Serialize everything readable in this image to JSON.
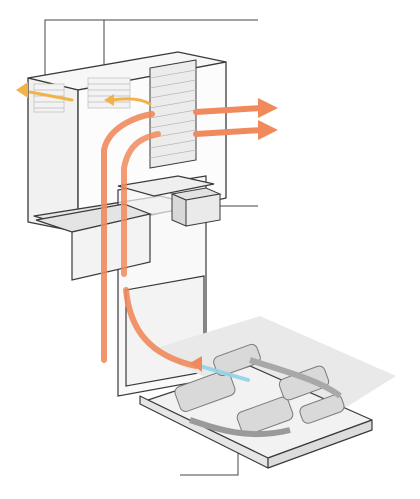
{
  "colors": {
    "background": "#ffffff",
    "structure_stroke": "#3a3a3a",
    "structure_fill": "#f4f4f4",
    "panel_fill": "#e8e8e8",
    "hot_air": "#f08a5d",
    "warm_air": "#f2b24a",
    "cool_air": "#8fd3e6",
    "leader_line": "#444444",
    "equipment_grey": "#d9d9d9",
    "shadow_grey": "#cfcfcf"
  },
  "icons": {
    "exhaust_arrow": "arrow-right-icon",
    "intake_arrow": "arrow-left-icon",
    "fresh_air_arrow": "arrow-left-icon"
  },
  "callouts": [
    {
      "id": "top-intake-label",
      "text": ""
    },
    {
      "id": "heat-exchanger-label",
      "text": ""
    },
    {
      "id": "machinery-label",
      "text": ""
    }
  ]
}
